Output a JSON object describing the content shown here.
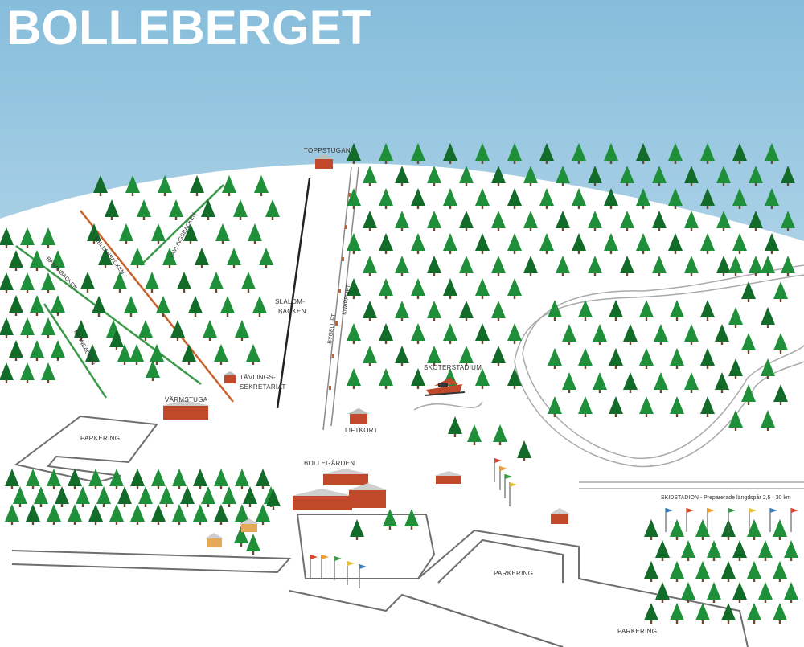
{
  "map": {
    "title": "BOLLEBERGET",
    "colors": {
      "sky_top": "#8ec0dd",
      "sky_bottom": "#e2f0f8",
      "snow": "#ffffff",
      "tree": "#1f8f3a",
      "tree_dark": "#136b29",
      "building_wall": "#c0492b",
      "building_roof": "#cfcfcf",
      "cabin": "#e6a95a",
      "run_green": "#3a9a4a",
      "run_red": "#c8622b",
      "run_black": "#222222",
      "road": "#777777",
      "lift": "#888888"
    },
    "labels": {
      "toppstugan": "TOPPSTUGAN",
      "tavlingsbacken": "TÄVLINGSBACKEN",
      "mellanbacken": "MELLANBACKEN",
      "bananbacken": "BANANBACKEN",
      "barnbacken": "BARNBACKEN",
      "slalom_line1": "SLALOM-",
      "slalom_line2": "BACKEN",
      "bygellift": "BYGELLIFT",
      "knapplift": "KNAPPLIFT",
      "tavlings_sekr_line1": "TÄVLINGS-",
      "tavlings_sekr_line2": "SEKRETARIAT",
      "varmstuga": "VÄRMSTUGA",
      "liftkort": "LIFTKORT",
      "skoterstadium": "SKOTERSTADIUM",
      "parkering_left": "PARKERING",
      "bollegarden": "BOLLEGÅRDEN",
      "skidstadion": "SKIDSTADION - Preparerade längdspår 2,5 - 30 km",
      "parkering_center": "PARKERING",
      "parkering_bottom": "PARKERING"
    },
    "icons": [
      "tree-icon",
      "building-icon",
      "flag-icon",
      "snowmobile-icon"
    ]
  }
}
